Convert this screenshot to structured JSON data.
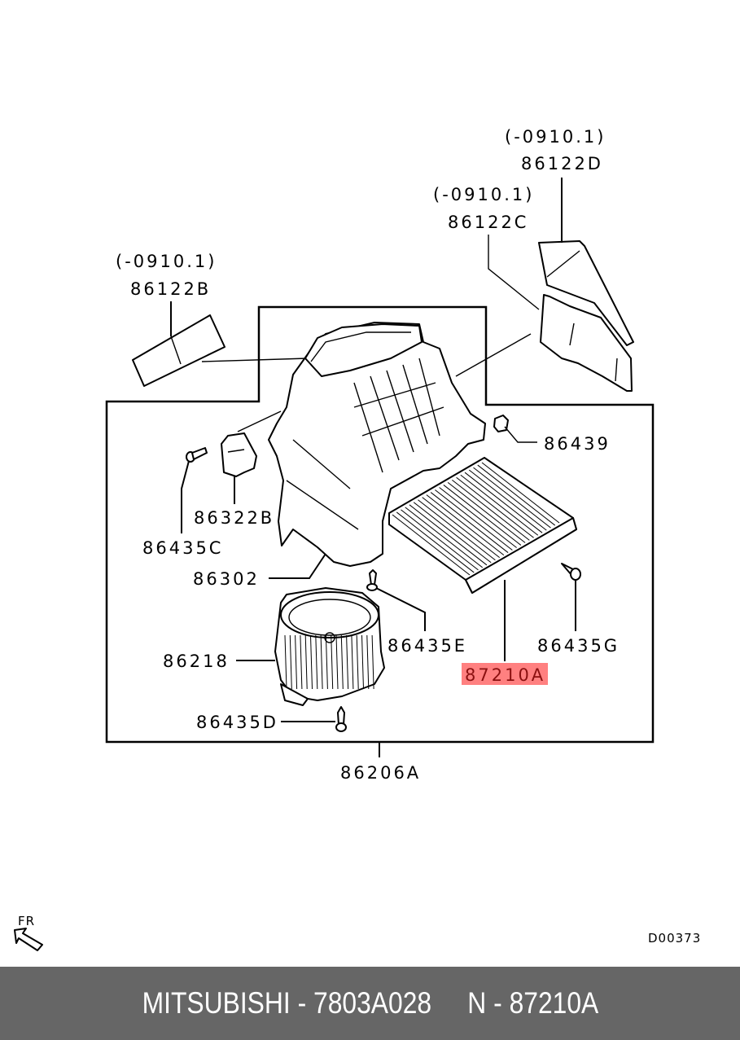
{
  "diagram": {
    "type": "exploded-parts-diagram",
    "drawing_id": "D00373",
    "direction_indicator": "FR",
    "highlight_color": "#ff8080",
    "callouts": [
      {
        "part": "86122D",
        "note": "(-0910.1)"
      },
      {
        "part": "86122C",
        "note": "(-0910.1)"
      },
      {
        "part": "86122B",
        "note": "(-0910.1)"
      },
      {
        "part": "86439",
        "note": ""
      },
      {
        "part": "86322B",
        "note": ""
      },
      {
        "part": "86435C",
        "note": ""
      },
      {
        "part": "86302",
        "note": ""
      },
      {
        "part": "86435E",
        "note": ""
      },
      {
        "part": "86435G",
        "note": ""
      },
      {
        "part": "86218",
        "note": ""
      },
      {
        "part": "87210A",
        "note": "",
        "highlighted": true
      },
      {
        "part": "86435D",
        "note": ""
      },
      {
        "part": "86206A",
        "note": ""
      }
    ]
  },
  "footer": {
    "brand": "MITSUBISHI",
    "part_number": "7803A028",
    "reference": "N - 87210A",
    "text": "MITSUBISHI - 7803A028     N - 87210A"
  }
}
